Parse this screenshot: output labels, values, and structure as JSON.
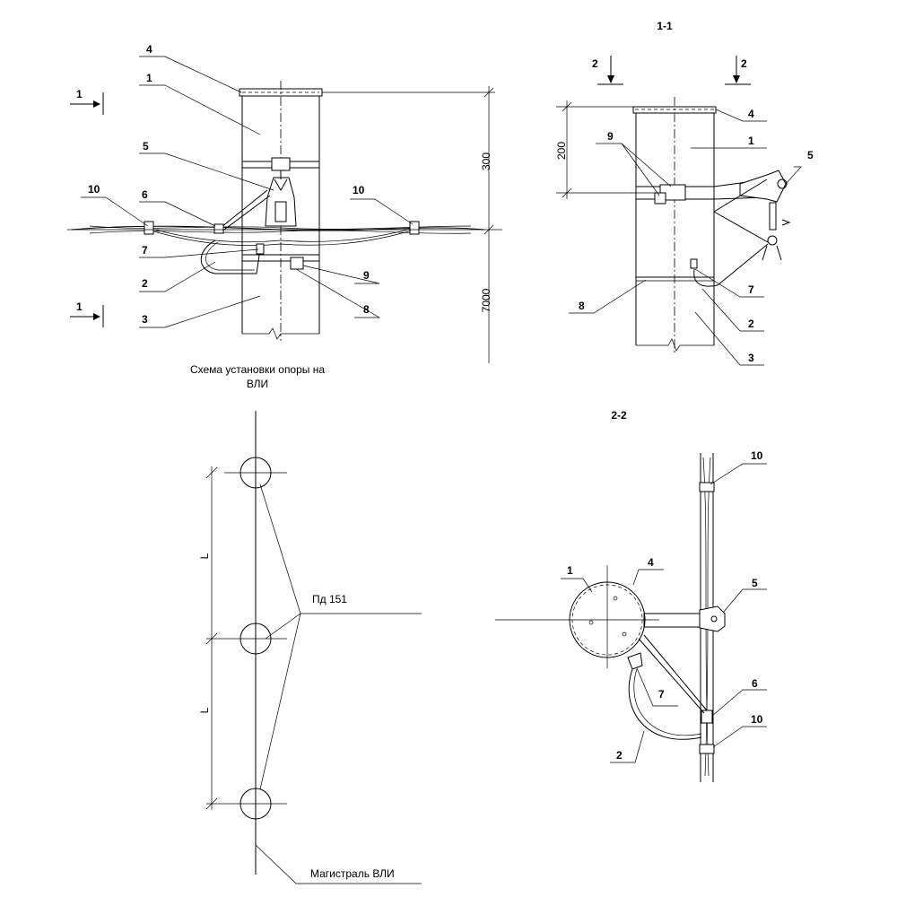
{
  "views": {
    "front": {
      "caption_line1": "Схема установки опоры на",
      "caption_line2": "ВЛИ",
      "section_mark": "1",
      "dim_top": "300",
      "dim_bottom": "7000",
      "callouts": [
        "4",
        "1",
        "5",
        "10",
        "6",
        "10",
        "7",
        "9",
        "2",
        "8",
        "3"
      ]
    },
    "section_1_1": {
      "title": "1-1",
      "section_mark": "2",
      "dim": "200",
      "callouts": [
        "4",
        "9",
        "1",
        "5",
        "7",
        "8",
        "2",
        "3"
      ]
    },
    "section_2_2": {
      "title": "2-2",
      "callouts": [
        "10",
        "1",
        "4",
        "5",
        "6",
        "7",
        "10",
        "2"
      ]
    },
    "plan": {
      "dim_label": "L",
      "pole_label": "Пд 151",
      "line_label": "Магистраль ВЛИ"
    }
  }
}
